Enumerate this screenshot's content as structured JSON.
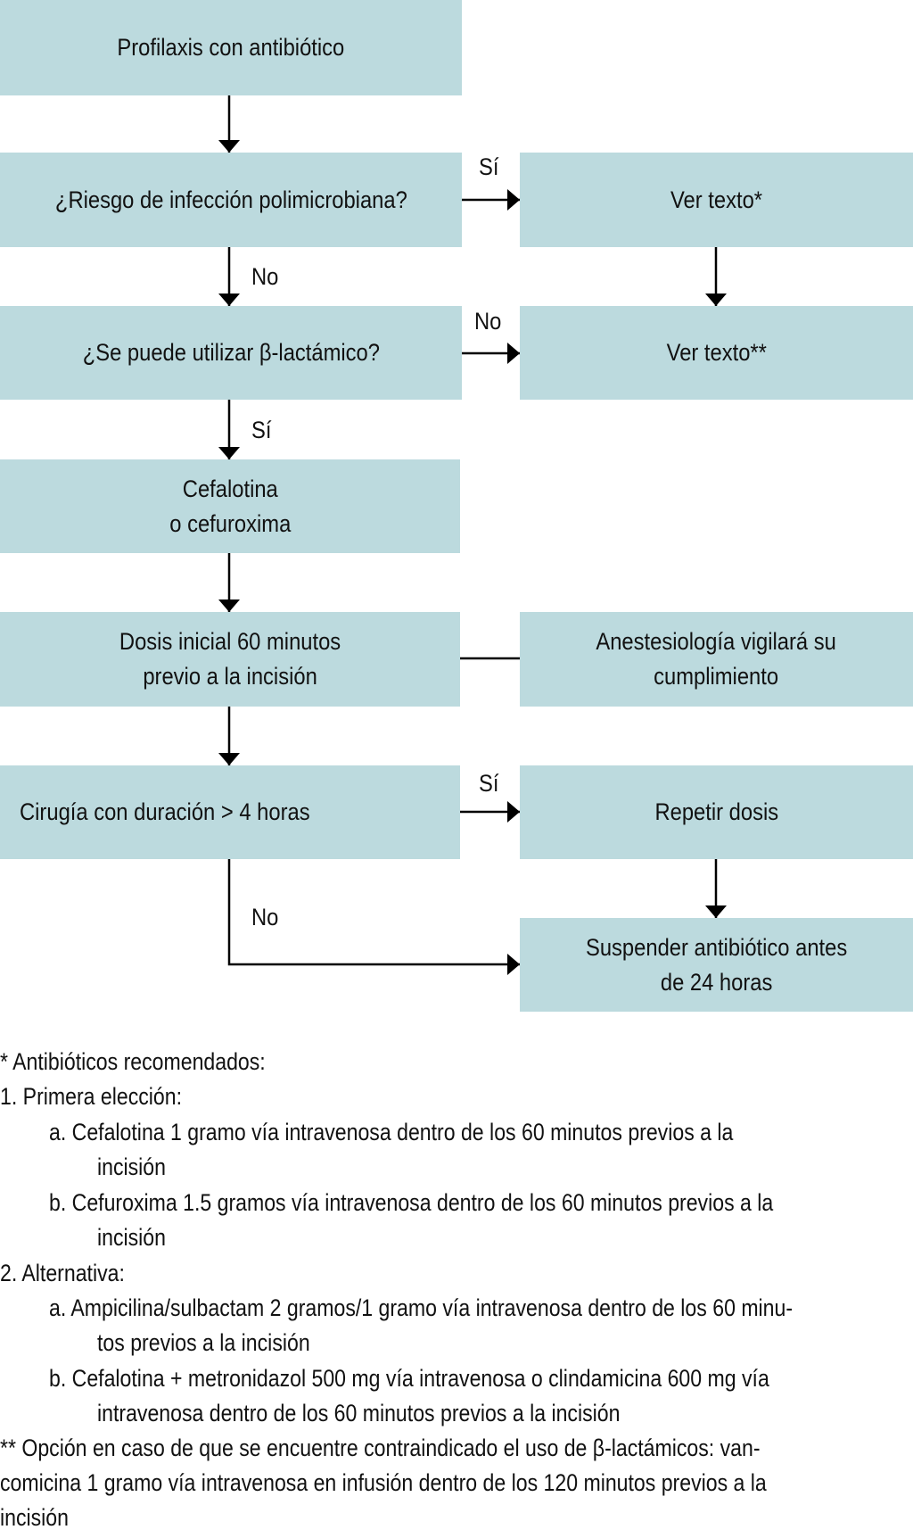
{
  "nodes": {
    "start": "Profilaxis con antibiótico",
    "q1": "¿Riesgo de infección polimicrobiana?",
    "see1": "Ver texto*",
    "q2": "¿Se puede utilizar β-lactámico?",
    "see2": "Ver texto**",
    "drug": "Cefalotina\no cefuroxima",
    "dose": "Dosis inicial 60 minutos\nprevio a la incisión",
    "anest": "Anestesiología vigilará su\ncumplimiento",
    "q3": "Cirugía con duración > 4 horas",
    "repeat": "Repetir dosis",
    "stop": "Suspender antibiótico antes\nde 24 horas"
  },
  "labels": {
    "q1_yes": "Sí",
    "q1_no": "No",
    "q2_no": "No",
    "q2_yes": "Sí",
    "q3_yes": "Sí",
    "q3_no": "No"
  },
  "notes": [
    "* Antibióticos recomendados:",
    "1. Primera elección:",
    "a. Cefalotina 1 gramo vía intravenosa dentro de los 60 minutos previos a la",
    "incisión",
    "b. Cefuroxima 1.5 gramos vía intravenosa dentro de los 60 minutos previos a la",
    "incisión",
    "2. Alternativa:",
    "a. Ampicilina/sulbactam 2 gramos/1 gramo vía intravenosa dentro de los 60 minu-",
    "tos previos a la incisión",
    "b. Cefalotina + metronidazol 500 mg vía intravenosa o clindamicina 600 mg vía",
    "intravenosa dentro de los 60 minutos previos a la incisión",
    "** Opción en caso de que se encuentre contraindicado el uso de β-lactámicos: van-",
    "comicina 1 gramo vía intravenosa en infusión dentro de los 120 minutos previos a la",
    "incisión"
  ]
}
